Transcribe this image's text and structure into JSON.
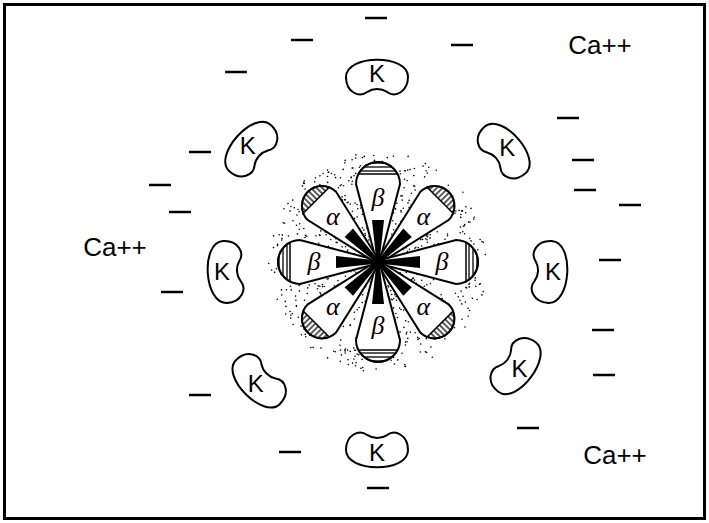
{
  "diagram": {
    "nodes": [
      {
        "text": [
          "β"
        ]
      },
      {
        "text": [
          "α"
        ]
      },
      {
        "text": [
          "β"
        ]
      },
      {
        "text": [
          "α"
        ]
      },
      {
        "text": [
          "β"
        ]
      },
      {
        "text": [
          "α"
        ]
      },
      {
        "text": [
          "β"
        ]
      },
      {
        "text": [
          "α"
        ]
      },
      {
        "text": [
          "K"
        ]
      },
      {
        "text": [
          "K"
        ]
      },
      {
        "text": [
          "K"
        ]
      },
      {
        "text": [
          "K"
        ]
      },
      {
        "text": [
          "K"
        ]
      },
      {
        "text": [
          "K"
        ]
      },
      {
        "text": [
          "K"
        ]
      },
      {
        "text": [
          "K"
        ]
      }
    ],
    "labels": [
      "Ca++",
      "Ca++",
      "Ca++"
    ]
  }
}
